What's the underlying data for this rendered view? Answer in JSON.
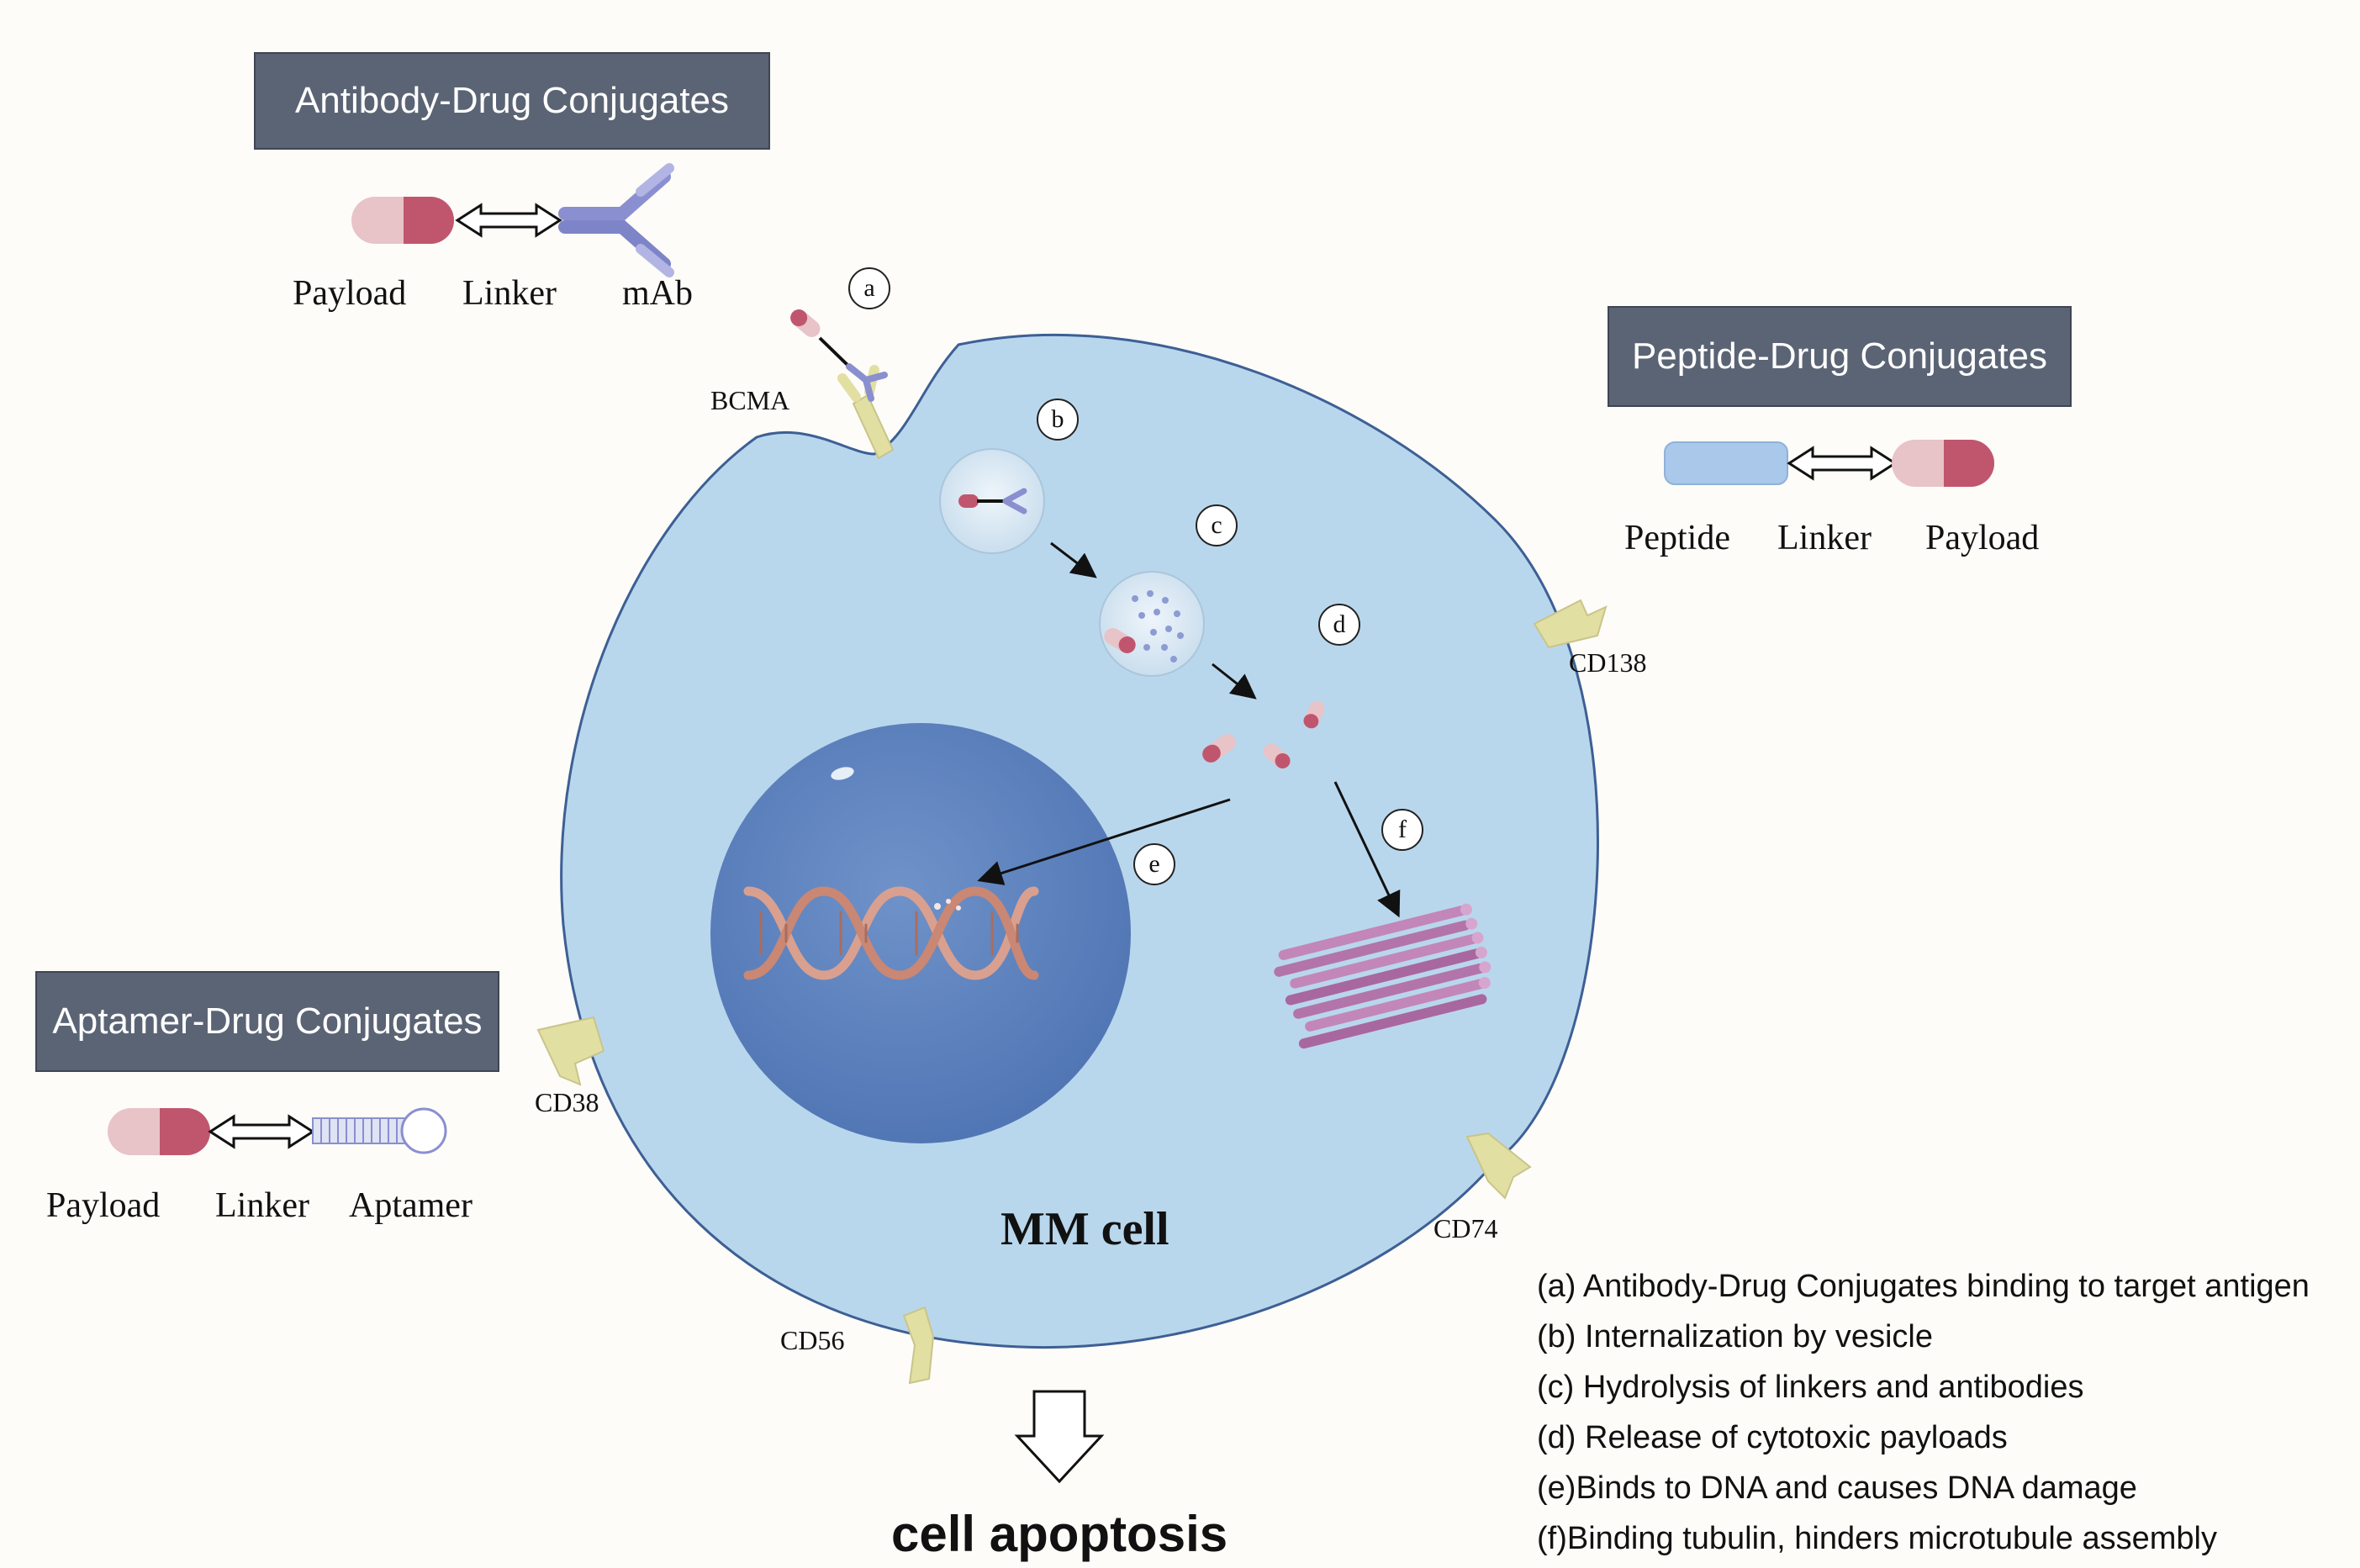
{
  "conjugates": {
    "adc": {
      "title": "Antibody-Drug Conjugates",
      "payload": "Payload",
      "linker": "Linker",
      "carrier": "mAb"
    },
    "pdc": {
      "title": "Peptide-Drug Conjugates",
      "carrier": "Peptide",
      "linker": "Linker",
      "payload": "Payload"
    },
    "apdc": {
      "title": "Aptamer-Drug Conjugates",
      "payload": "Payload",
      "linker": "Linker",
      "carrier": "Aptamer"
    }
  },
  "cell": {
    "name": "MM cell",
    "antigens": {
      "bcma": "BCMA",
      "cd138": "CD138",
      "cd38": "CD38",
      "cd74": "CD74",
      "cd56": "CD56"
    }
  },
  "steps": {
    "a": "a",
    "b": "b",
    "c": "c",
    "d": "d",
    "e": "e",
    "f": "f"
  },
  "outcome": "cell apoptosis",
  "legend": [
    "(a) Antibody-Drug Conjugates binding to target antigen",
    "(b)  Internalization by vesicle",
    "(c) Hydrolysis of linkers and antibodies",
    "(d) Release of cytotoxic payloads",
    "(e)Binds to DNA and causes DNA damage",
    "(f)Binding tubulin, hinders microtubule assembly"
  ],
  "colors": {
    "cell_fill": "#b9d7ec",
    "cell_stroke": "#3d5f95",
    "nucleus": "#6689c2",
    "payload_light": "#e8c3c8",
    "payload_dark": "#c0566e",
    "antibody": "#8a8fd0",
    "receptor": "#e2dfa3",
    "dna": "#d9a08f",
    "tubulin": "#b374aa",
    "title_box": "#5b6474"
  }
}
